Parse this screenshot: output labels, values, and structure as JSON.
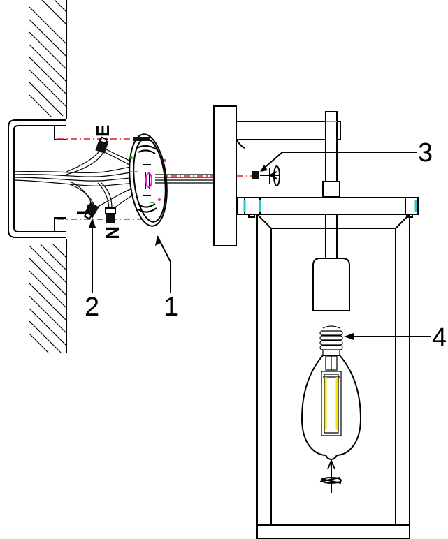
{
  "callouts": {
    "mounting_plate": "1",
    "wire_connectors": "2",
    "fixing_screw": "3",
    "bulb": "4"
  },
  "wire_labels": {
    "earth": "E",
    "live": "L",
    "neutral": "N"
  },
  "colors": {
    "line": "#000000",
    "guide_dash": "#e02020",
    "bulb_filament": "#f2e600",
    "plate_marks": "#e020e0",
    "accent_green": "#20c020",
    "accent_cyan": "#20c8d8"
  }
}
